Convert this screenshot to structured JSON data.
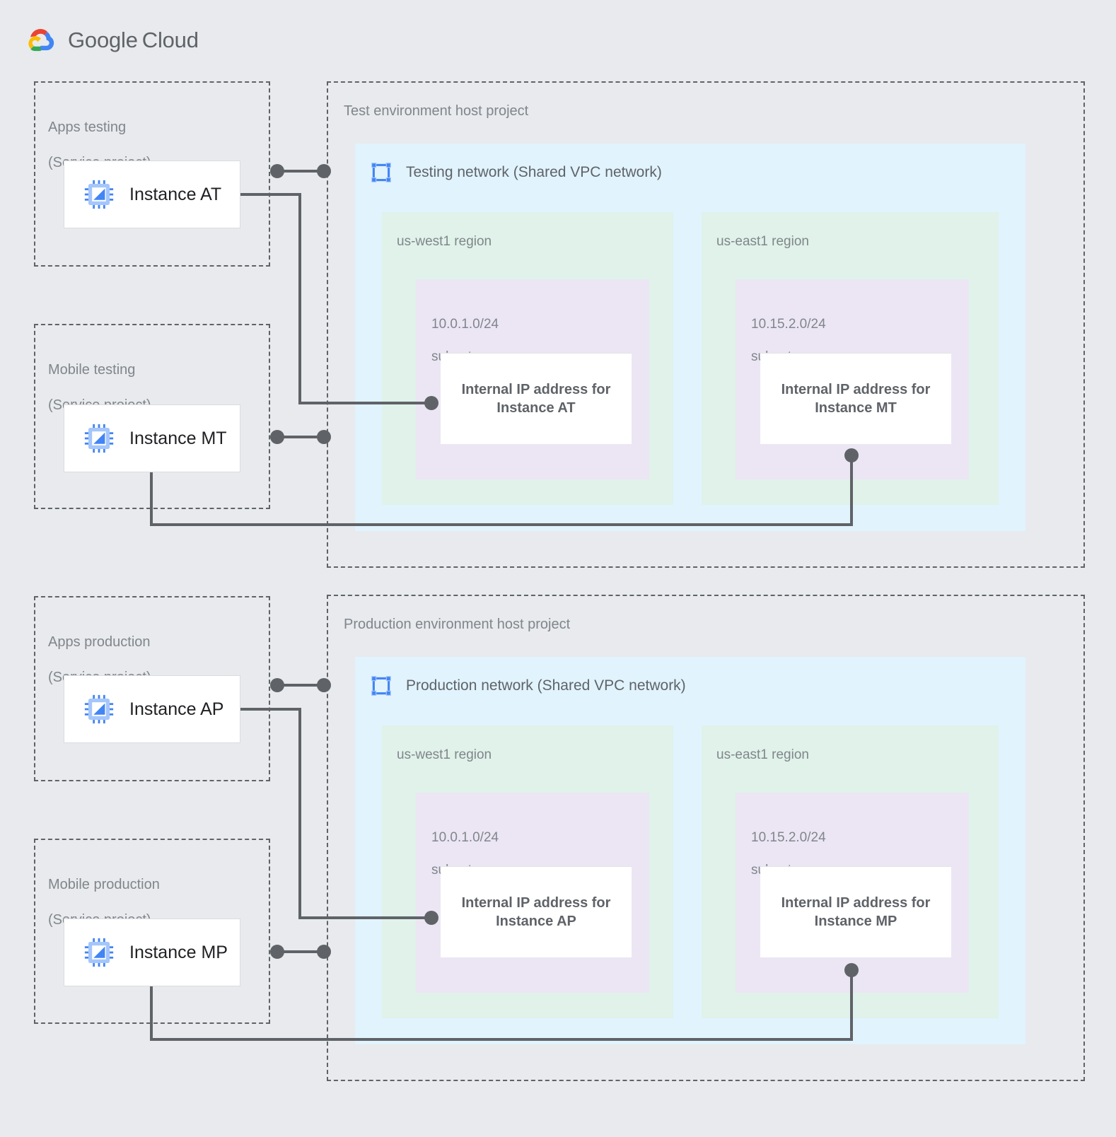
{
  "brand": {
    "name_primary": "Google",
    "name_secondary": "Cloud",
    "logo_icon": "google-cloud-logo-icon",
    "colors": {
      "red": "#ea4335",
      "yellow": "#fbbc04",
      "green": "#34a853",
      "blue": "#4285f4",
      "text": "#5f6368"
    }
  },
  "palette": {
    "background": "#e8eaed",
    "dashed_border": "#5f6368",
    "vpc_fill": "#e1f3fd",
    "region_fill": "#e0f2e9",
    "subnet_fill": "#ece6f4",
    "card_fill": "#ffffff",
    "connector": "#5f6368",
    "label_text": "#80868b",
    "icon_blue": "#4285f4",
    "icon_blue_light": "#a5c6fb"
  },
  "service_projects": [
    {
      "id": "apps-testing",
      "title": "Apps testing",
      "subtitle": "(Service project)",
      "instance": {
        "label": "Instance AT",
        "icon": "instance-cpu-icon"
      }
    },
    {
      "id": "mobile-testing",
      "title": "Mobile testing",
      "subtitle": "(Service project)",
      "instance": {
        "label": "Instance MT",
        "icon": "instance-cpu-icon"
      }
    },
    {
      "id": "apps-production",
      "title": "Apps production",
      "subtitle": "(Service project)",
      "instance": {
        "label": "Instance AP",
        "icon": "instance-cpu-icon"
      }
    },
    {
      "id": "mobile-production",
      "title": "Mobile production",
      "subtitle": "(Service project)",
      "instance": {
        "label": "Instance MP",
        "icon": "instance-cpu-icon"
      }
    }
  ],
  "host_projects": [
    {
      "id": "test-host-project",
      "title": "Test environment host project",
      "network": {
        "label": "Testing network (Shared VPC network)",
        "icon": "vpc-network-icon"
      },
      "regions": [
        {
          "id": "test-us-west1",
          "label": "us-west1 region",
          "subnet": {
            "cidr": "10.0.1.0/24",
            "suffix": "subnet",
            "ip_card": "Internal IP address for Instance AT"
          }
        },
        {
          "id": "test-us-east1",
          "label": "us-east1 region",
          "subnet": {
            "cidr": "10.15.2.0/24",
            "suffix": "subnet",
            "ip_card": "Internal IP address for Instance MT"
          }
        }
      ]
    },
    {
      "id": "production-host-project",
      "title": "Production environment host project",
      "network": {
        "label": "Production network (Shared VPC network)",
        "icon": "vpc-network-icon"
      },
      "regions": [
        {
          "id": "prod-us-west1",
          "label": "us-west1 region",
          "subnet": {
            "cidr": "10.0.1.0/24",
            "suffix": "subnet",
            "ip_card": "Internal IP address for Instance AP"
          }
        },
        {
          "id": "prod-us-east1",
          "label": "us-east1 region",
          "subnet": {
            "cidr": "10.15.2.0/24",
            "suffix": "subnet",
            "ip_card": "Internal IP address for Instance MP"
          }
        }
      ]
    }
  ],
  "connections": [
    {
      "id": "at-to-ip-at",
      "from": "Instance AT",
      "to": "Internal IP address for Instance AT"
    },
    {
      "id": "mt-to-ip-mt",
      "from": "Instance MT",
      "to": "Internal IP address for Instance MT"
    },
    {
      "id": "ap-to-ip-ap",
      "from": "Instance AP",
      "to": "Internal IP address for Instance AP"
    },
    {
      "id": "mp-to-ip-mp",
      "from": "Instance MP",
      "to": "Internal IP address for Instance MP"
    }
  ]
}
